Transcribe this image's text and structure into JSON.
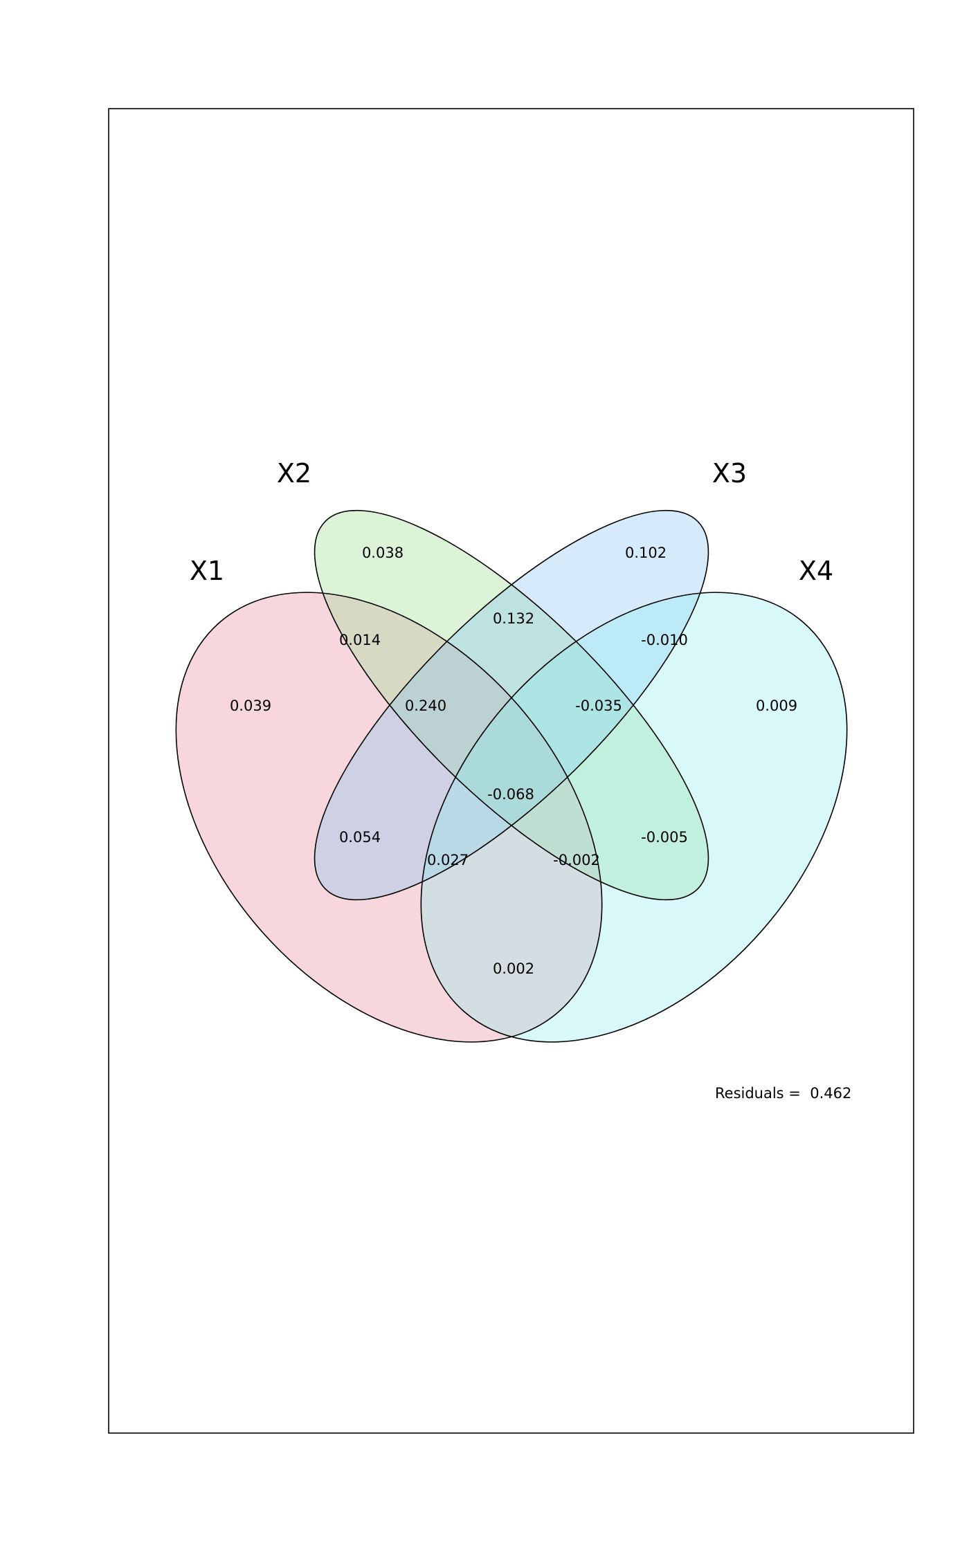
{
  "sets": [
    {
      "key": "x1",
      "label": "X1",
      "color": "#E78B9F"
    },
    {
      "key": "x2",
      "label": "X2",
      "color": "#9CDE8F"
    },
    {
      "key": "x3",
      "label": "X3",
      "color": "#88C2F0"
    },
    {
      "key": "x4",
      "label": "X4",
      "color": "#8EEBED"
    }
  ],
  "regions": {
    "x1_only": "0.039",
    "x2_only": "0.038",
    "x3_only": "0.102",
    "x4_only": "0.009",
    "x1_x2": "0.014",
    "x2_x3": "0.132",
    "x3_x4": "-0.010",
    "x1_x3": "0.054",
    "x2_x4": "-0.005",
    "x1_x4": "0.002",
    "x1_x2_x3": "0.240",
    "x2_x3_x4": "-0.035",
    "x1_x3_x4": "0.027",
    "x1_x2_x4": "-0.002",
    "x1_x2_x3_x4": "-0.068"
  },
  "residuals": {
    "label": "Residuals =  0.462"
  }
}
